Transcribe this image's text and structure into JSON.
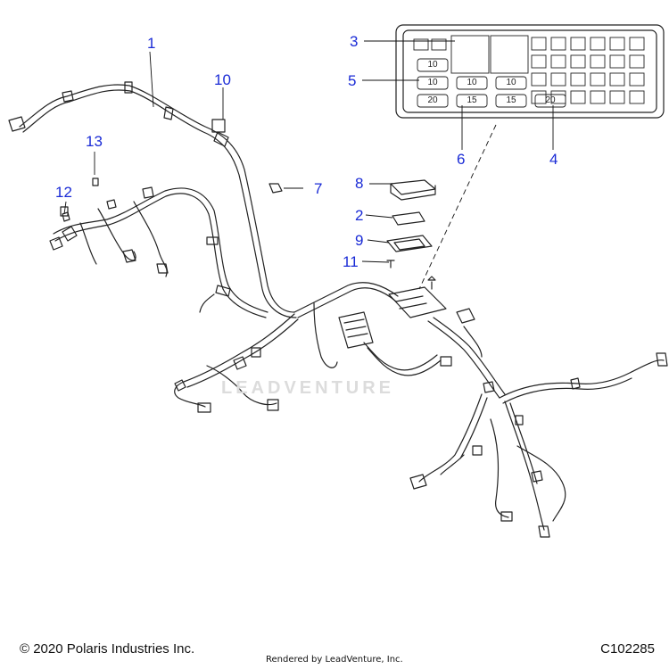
{
  "callouts": [
    {
      "id": "c1",
      "label": "1"
    },
    {
      "id": "c2",
      "label": "2"
    },
    {
      "id": "c3",
      "label": "3"
    },
    {
      "id": "c4",
      "label": "4"
    },
    {
      "id": "c5",
      "label": "5"
    },
    {
      "id": "c6",
      "label": "6"
    },
    {
      "id": "c7",
      "label": "7"
    },
    {
      "id": "c8",
      "label": "8"
    },
    {
      "id": "c9",
      "label": "9"
    },
    {
      "id": "c10",
      "label": "10"
    },
    {
      "id": "c11",
      "label": "11"
    },
    {
      "id": "c12",
      "label": "12"
    },
    {
      "id": "c13",
      "label": "13"
    }
  ],
  "fuse_box": {
    "row1": [
      "10"
    ],
    "row2": [
      "10",
      "10",
      "10"
    ],
    "row3": [
      "20",
      "15",
      "15",
      "20"
    ]
  },
  "watermark": "LEADVENTURE",
  "footer": {
    "copyright": "© 2020 Polaris Industries Inc.",
    "rendered_by": "Rendered by LeadVenture, Inc.",
    "diagram_code": "C102285"
  },
  "colors": {
    "callout": "#1a2bd6",
    "line": "#222222"
  }
}
